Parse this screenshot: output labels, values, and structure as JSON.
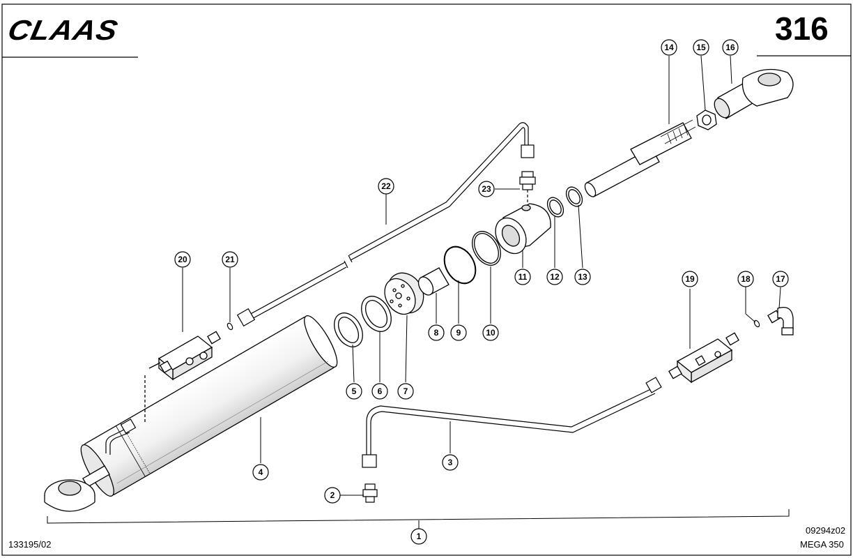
{
  "header": {
    "brand": "CLAAS",
    "page_number": "316"
  },
  "footer": {
    "doc_code": "133195/02",
    "drawing_code": "09294z02",
    "model": "MEGA 350"
  },
  "callouts": [
    {
      "id": "1",
      "label": "1"
    },
    {
      "id": "2",
      "label": "2"
    },
    {
      "id": "3",
      "label": "3"
    },
    {
      "id": "4",
      "label": "4"
    },
    {
      "id": "5",
      "label": "5"
    },
    {
      "id": "6",
      "label": "6"
    },
    {
      "id": "7",
      "label": "7"
    },
    {
      "id": "8",
      "label": "8"
    },
    {
      "id": "9",
      "label": "9"
    },
    {
      "id": "10",
      "label": "10"
    },
    {
      "id": "11",
      "label": "11"
    },
    {
      "id": "12",
      "label": "12"
    },
    {
      "id": "13",
      "label": "13"
    },
    {
      "id": "14",
      "label": "14"
    },
    {
      "id": "15",
      "label": "15"
    },
    {
      "id": "16",
      "label": "16"
    },
    {
      "id": "17",
      "label": "17"
    },
    {
      "id": "18",
      "label": "18"
    },
    {
      "id": "19",
      "label": "19"
    },
    {
      "id": "20",
      "label": "20"
    },
    {
      "id": "21",
      "label": "21"
    },
    {
      "id": "22",
      "label": "22"
    },
    {
      "id": "23",
      "label": "23"
    }
  ]
}
